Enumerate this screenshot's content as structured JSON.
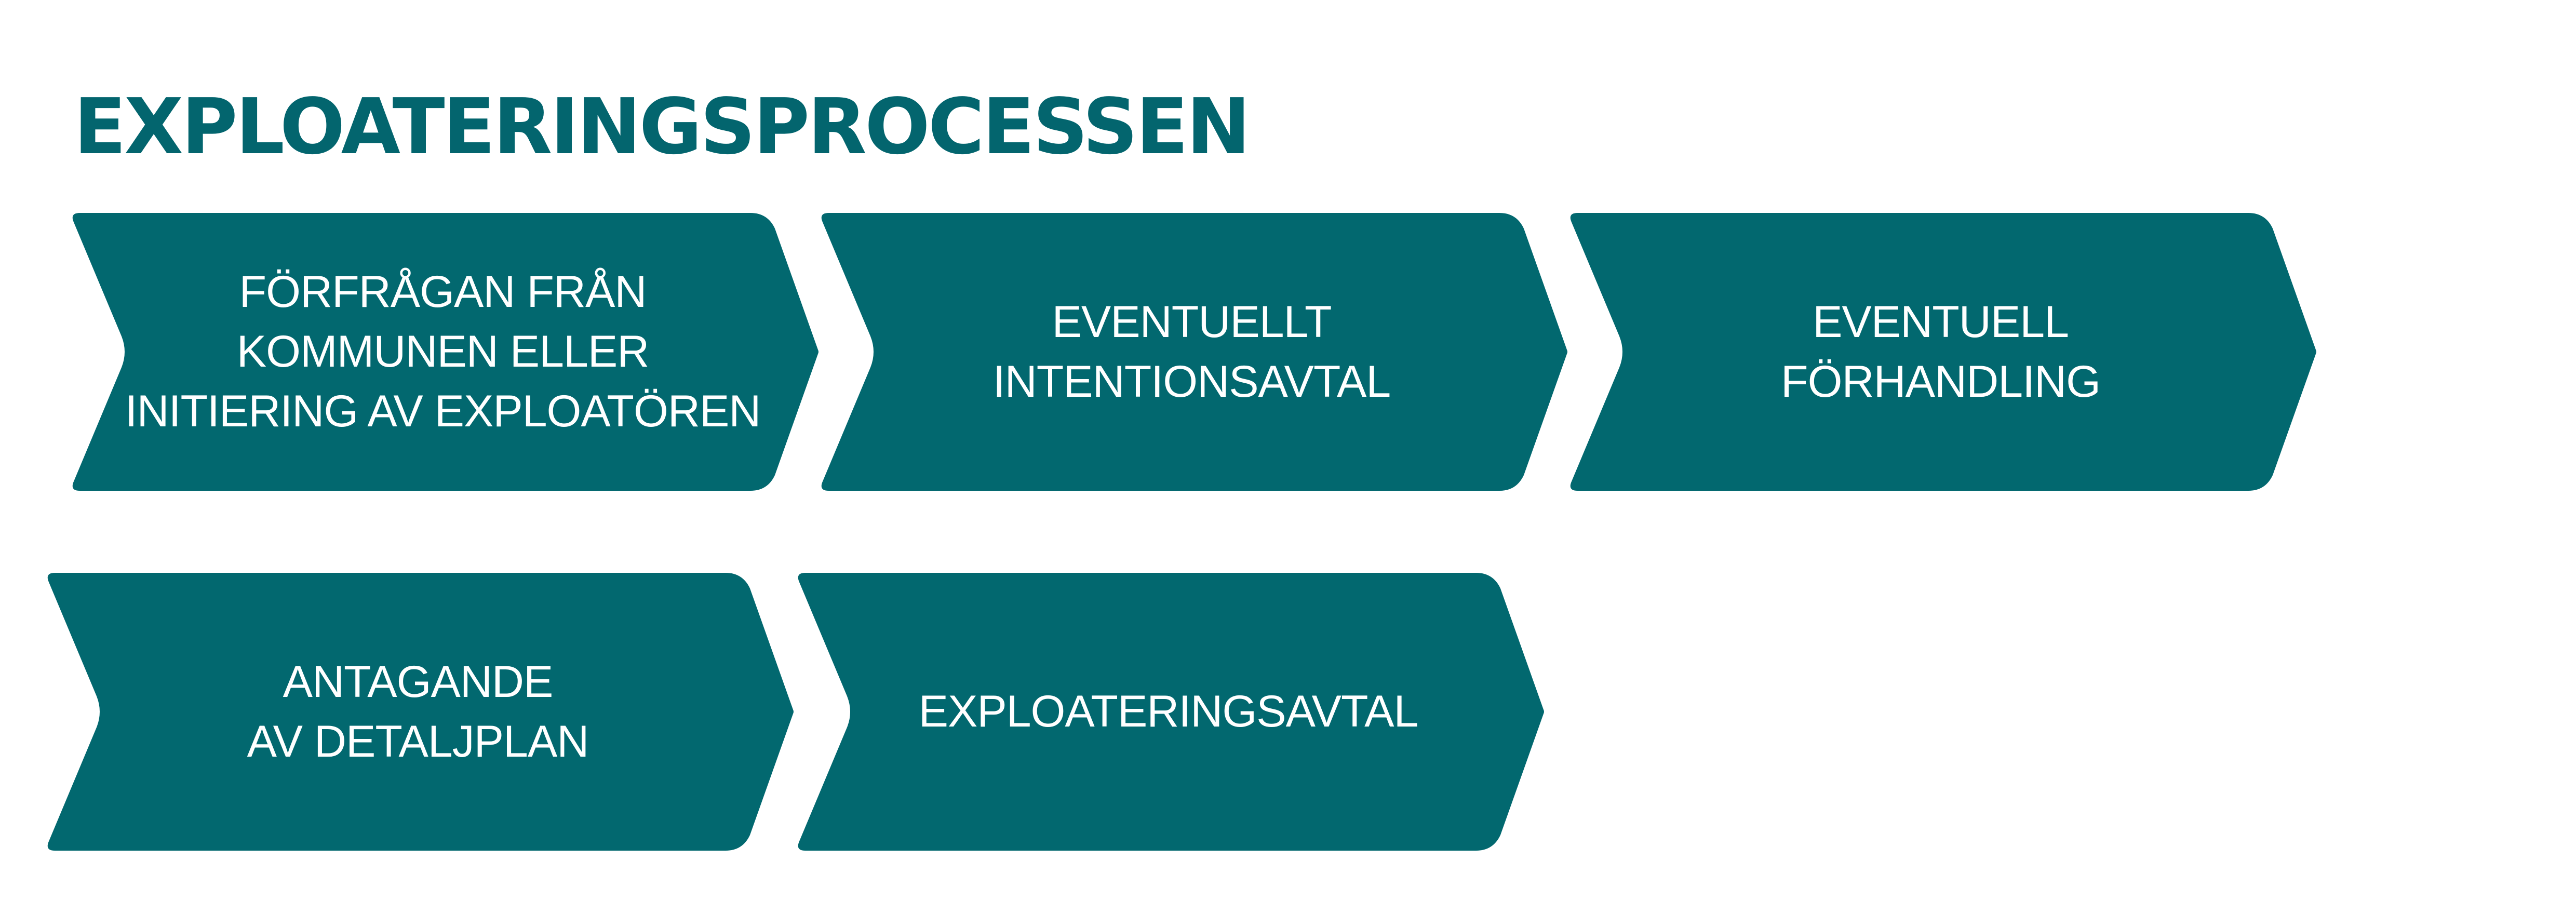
{
  "title": "EXPLOATERINGSPROCESSEN",
  "colors": {
    "title": "#03656E",
    "step_fill": "#02686F",
    "step_text": "#FFFFFF",
    "background": "#FFFFFF"
  },
  "steps": [
    {
      "lines": [
        "FÖRFRÅGAN FRÅN",
        "KOMMUNEN ELLER",
        "INITIERING AV EXPLOATÖREN"
      ]
    },
    {
      "lines": [
        "EVENTUELLT",
        "INTENTIONSAVTAL"
      ]
    },
    {
      "lines": [
        "EVENTUELL",
        "FÖRHANDLING"
      ]
    },
    {
      "lines": [
        "ANTAGANDE",
        "AV DETALJPLAN"
      ]
    },
    {
      "lines": [
        "EXPLOATERINGSAVTAL"
      ]
    }
  ]
}
